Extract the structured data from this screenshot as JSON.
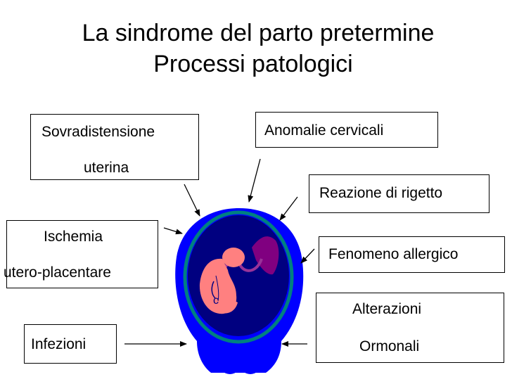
{
  "title": {
    "line1": "La sindrome del parto pretermine",
    "line2": "Processi patologici"
  },
  "labels": {
    "sovradistensione_1": "Sovradistensione",
    "sovradistensione_2": "uterina",
    "anomalie": "Anomalie cervicali",
    "rigetto": "Reazione di rigetto",
    "ischemia_1": "Ischemia",
    "ischemia_2": "utero-placentare",
    "allergico": "Fenomeno allergico",
    "alterazioni_1": "Alterazioni",
    "alterazioni_2": "Ormonali",
    "infezioni": "Infezioni"
  },
  "colors": {
    "uterus": "#0000ff",
    "membrane": "#008080",
    "amniotic": "#000080",
    "fetus": "#ff8080",
    "placenta": "#800080",
    "cord": "#993399"
  }
}
